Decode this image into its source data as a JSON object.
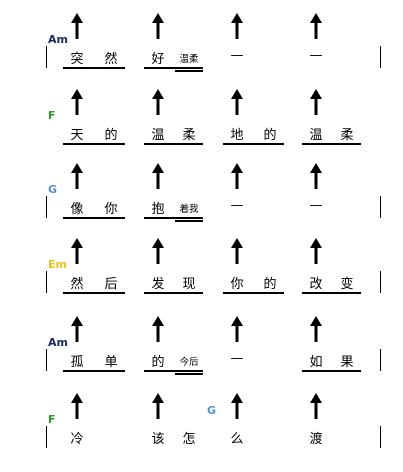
{
  "rows": [
    {
      "chord": "Am",
      "chord_color": "#1a2a66",
      "bars": [
        true,
        true
      ],
      "syllables": [
        {
          "text": "突",
          "slot": 0
        },
        {
          "text": "然",
          "slot": 1
        },
        {
          "text": "好",
          "slot": 2
        },
        {
          "text": "温柔",
          "slot": 3,
          "small": true
        },
        {
          "text": "—",
          "slot": 4
        },
        {
          "text": "—",
          "slot": 6
        }
      ],
      "underlines": [
        [
          0,
          1
        ],
        [
          2,
          3
        ],
        [
          3,
          3,
          "double"
        ]
      ]
    },
    {
      "chord": "F",
      "chord_color": "#22a022",
      "bars": [
        false,
        false
      ],
      "syllables": [
        {
          "text": "天",
          "slot": 0
        },
        {
          "text": "的",
          "slot": 1
        },
        {
          "text": "温",
          "slot": 2
        },
        {
          "text": "柔",
          "slot": 3
        },
        {
          "text": "地",
          "slot": 4
        },
        {
          "text": "的",
          "slot": 5
        },
        {
          "text": "温",
          "slot": 6
        },
        {
          "text": "柔",
          "slot": 7
        }
      ],
      "underlines": [
        [
          0,
          1
        ],
        [
          2,
          3
        ],
        [
          4,
          5
        ],
        [
          6,
          7
        ]
      ]
    },
    {
      "chord": "G",
      "chord_color": "#5a8fd6",
      "bars": [
        true,
        true
      ],
      "syllables": [
        {
          "text": "像",
          "slot": 0
        },
        {
          "text": "你",
          "slot": 1
        },
        {
          "text": "抱",
          "slot": 2
        },
        {
          "text": "着我",
          "slot": 3,
          "small": true
        },
        {
          "text": "—",
          "slot": 4
        },
        {
          "text": "—",
          "slot": 6
        }
      ],
      "underlines": [
        [
          0,
          1
        ],
        [
          2,
          3
        ],
        [
          3,
          3,
          "double"
        ]
      ]
    },
    {
      "chord": "Em",
      "chord_color": "#e8c020",
      "bars": [
        true,
        true
      ],
      "syllables": [
        {
          "text": "然",
          "slot": 0
        },
        {
          "text": "后",
          "slot": 1
        },
        {
          "text": "发",
          "slot": 2
        },
        {
          "text": "现",
          "slot": 3
        },
        {
          "text": "你",
          "slot": 4
        },
        {
          "text": "的",
          "slot": 5
        },
        {
          "text": "改",
          "slot": 6
        },
        {
          "text": "变",
          "slot": 7
        }
      ],
      "underlines": [
        [
          0,
          1
        ],
        [
          2,
          3
        ],
        [
          4,
          5
        ],
        [
          6,
          7
        ]
      ]
    },
    {
      "chord": "Am",
      "chord_color": "#1a2a66",
      "bars": [
        true,
        true
      ],
      "syllables": [
        {
          "text": "孤",
          "slot": 0
        },
        {
          "text": "单",
          "slot": 1
        },
        {
          "text": "的",
          "slot": 2
        },
        {
          "text": "今后",
          "slot": 3,
          "small": true
        },
        {
          "text": "—",
          "slot": 4
        },
        {
          "text": "如",
          "slot": 6
        },
        {
          "text": "果",
          "slot": 7
        }
      ],
      "underlines": [
        [
          0,
          1
        ],
        [
          2,
          3
        ],
        [
          3,
          3,
          "double"
        ],
        [
          6,
          7
        ]
      ]
    },
    {
      "chord": "F",
      "chord_color": "#22a022",
      "bars": [
        true,
        true
      ],
      "extra_chord": "G",
      "extra_chord_color": "#5a8fd6",
      "syllables": [
        {
          "text": "冷",
          "slot": 0
        },
        {
          "text": "该",
          "slot": 2
        },
        {
          "text": "怎",
          "slot": 3
        },
        {
          "text": "么",
          "slot": 4
        },
        {
          "text": "渡",
          "slot": 6
        }
      ],
      "underlines": []
    }
  ]
}
